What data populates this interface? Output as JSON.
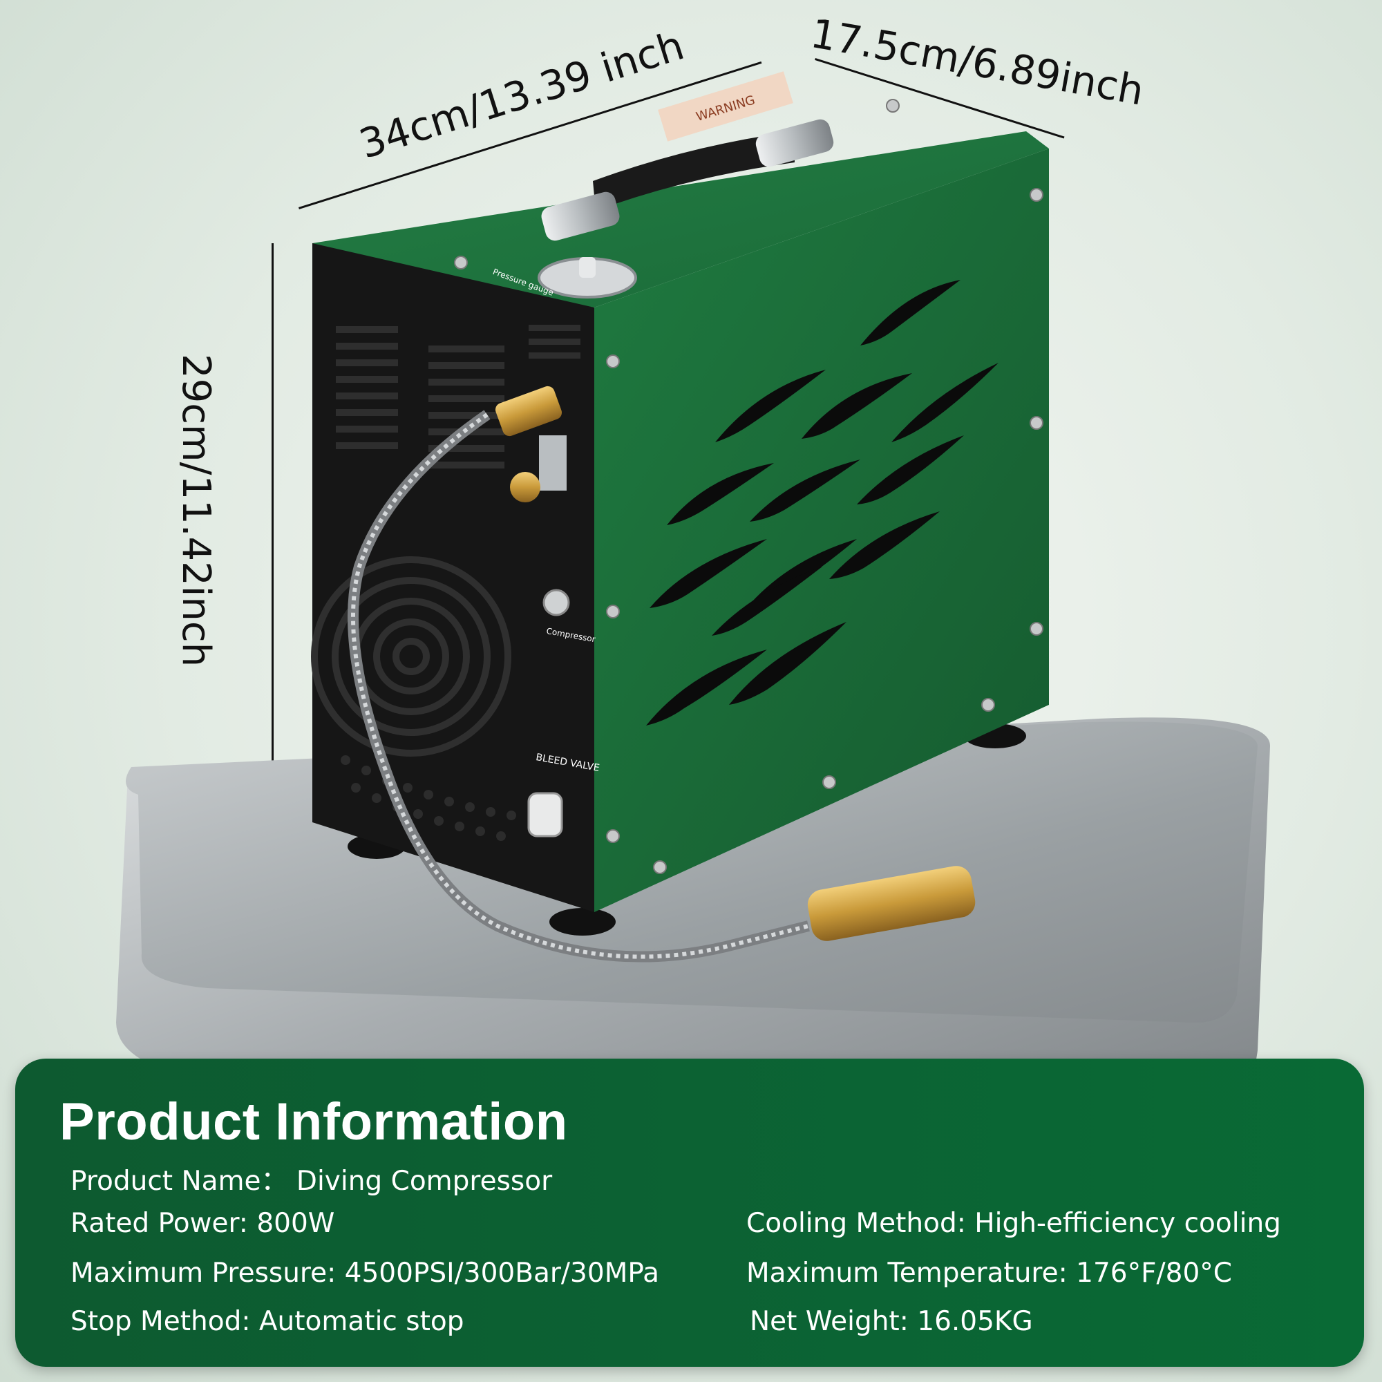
{
  "dimensions": {
    "length": "34cm/13.39 inch",
    "width": "17.5cm/6.89inch",
    "height": "29cm/11.42inch"
  },
  "product_labels": {
    "warning": "WARNING",
    "pressure_gauge": "Pressure gauge",
    "compressor": "Compressor",
    "bleed_valve": "BLEED VALVE"
  },
  "info": {
    "title": "Product Information",
    "name": "Product Name： Diving Compressor",
    "power": "Rated Power: 800W",
    "max_pressure": "Maximum Pressure: 4500PSI/300Bar/30MPa",
    "stop_method": "Stop Method: Automatic stop",
    "cooling": "Cooling Method: High-efficiency cooling",
    "max_temp": "Maximum Temperature: 176°F/80°C",
    "weight": "Net Weight: 16.05KG"
  },
  "colors": {
    "body_green": "#1d6b3a",
    "panel_green": "#0c6133",
    "tray_silver": "#b9bdbe",
    "brass": "#c99a3a"
  }
}
